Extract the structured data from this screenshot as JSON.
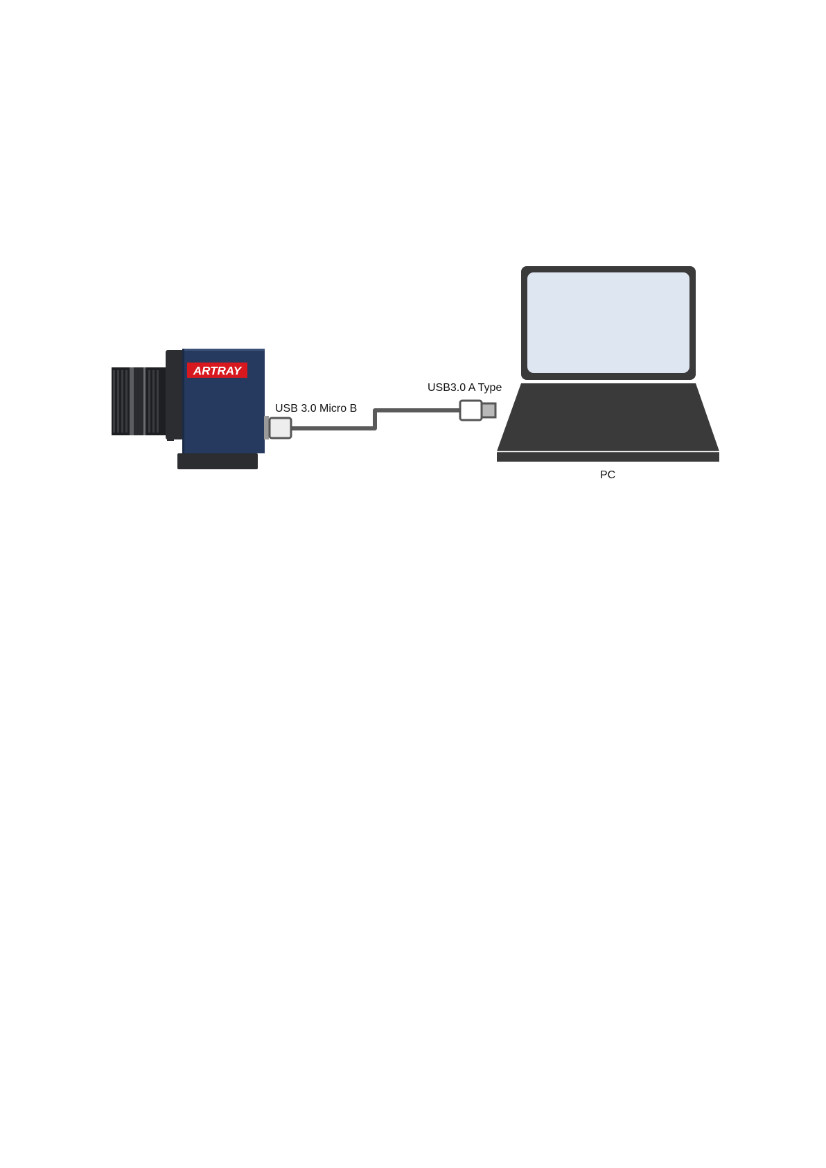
{
  "camera": {
    "brand": "ARTRAY",
    "port_label": "USB 3.0 Micro B"
  },
  "cable": {
    "pc_end_label": "USB3.0 A Type"
  },
  "pc": {
    "label": "PC"
  },
  "colors": {
    "camera_body": "#253a5e",
    "camera_dark": "#2b2d31",
    "logo_red": "#d7191f",
    "cable": "#5a5a5a",
    "laptop": "#3a3a3a",
    "screen": "#dde6f1"
  }
}
